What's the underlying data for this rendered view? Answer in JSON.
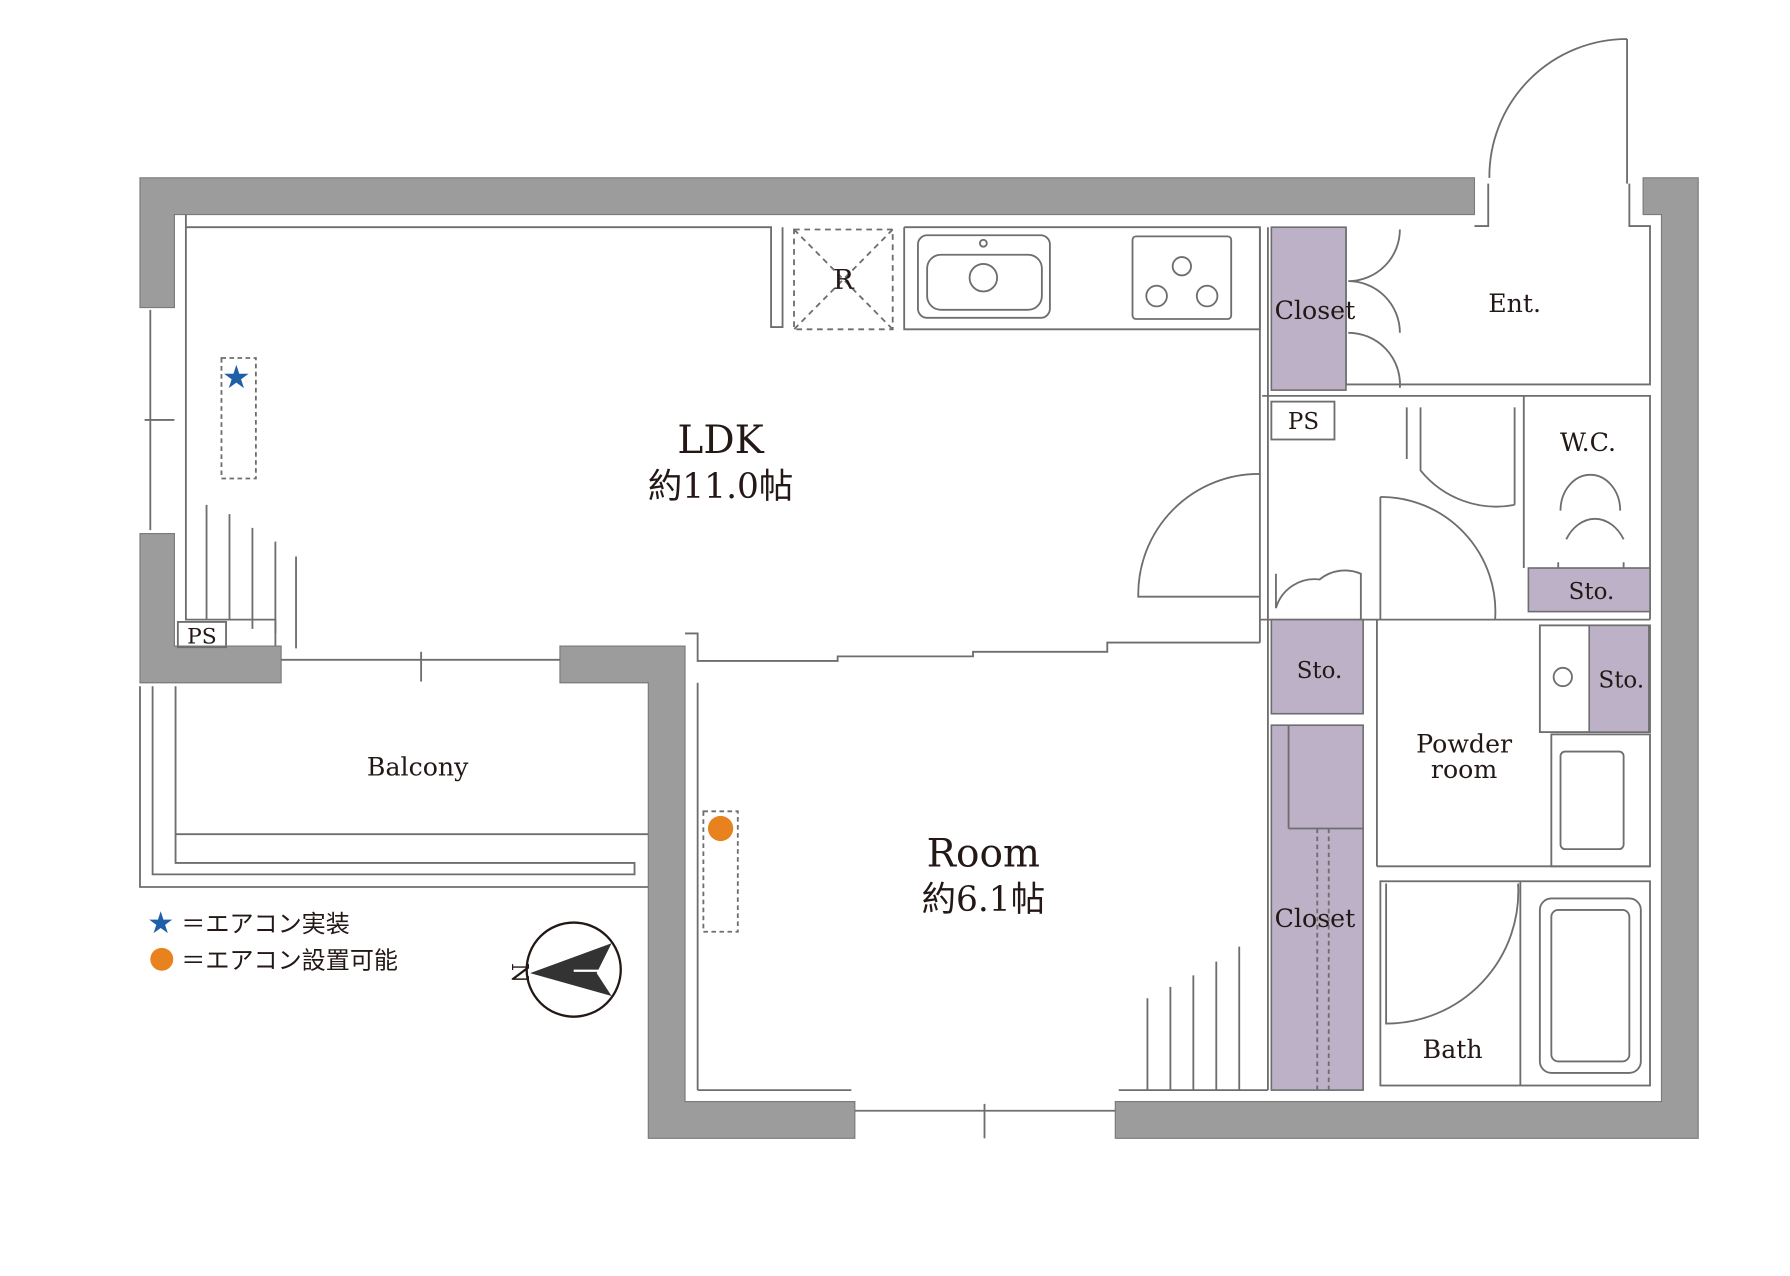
{
  "rooms": {
    "ldk": {
      "name": "LDK",
      "size": "約11.0帖"
    },
    "room": {
      "name": "Room",
      "size": "約6.1帖"
    },
    "balcony": "Balcony",
    "closet_top": "Closet",
    "closet_room": "Closet",
    "entrance": "Ent.",
    "ps_top": "PS",
    "ps_left": "PS",
    "wc": "W.C.",
    "sto_wc": "Sto.",
    "sto_hall": "Sto.",
    "sto_powder": "Sto.",
    "powder_line1": "Powder",
    "powder_line2": "room",
    "bath": "Bath",
    "refrigerator": "R"
  },
  "legend": {
    "installed": {
      "symbol": "star-icon",
      "text": "＝エアコン実装",
      "color": "#1f5fa8"
    },
    "possible": {
      "symbol": "dot-icon",
      "text": "＝エアコン設置可能",
      "color": "#e8821e"
    }
  },
  "compass": {
    "label": "N"
  },
  "colors": {
    "wall": "#9c9c9c",
    "storage": "#bdb1c7"
  }
}
